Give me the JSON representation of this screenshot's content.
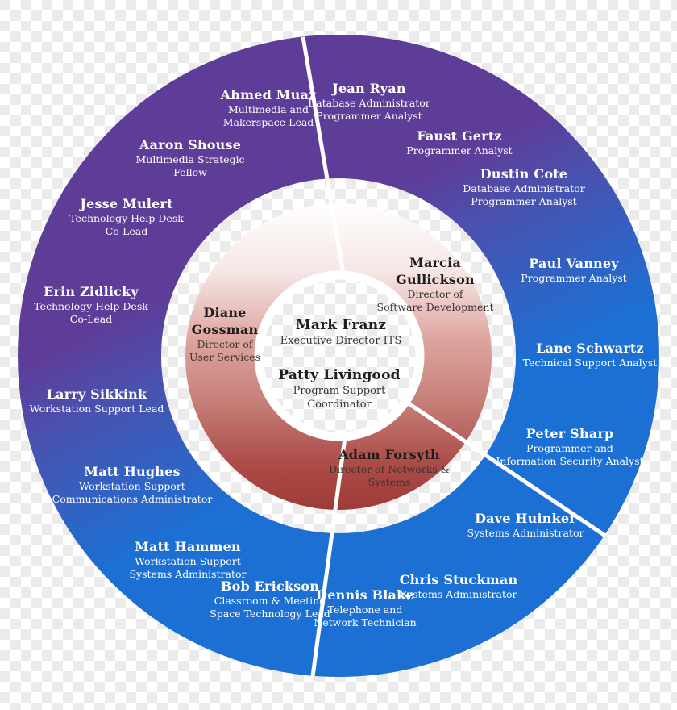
{
  "colors": {
    "checker_white": "#FFFFFF",
    "checker_gray": "#EBEBEB",
    "ring_purple": "#5E3D99",
    "ring_mid": "#4B50AD",
    "ring_blue": "#1C70D4",
    "disc_stop_0": "#FFFFFF",
    "disc_stop_1": "#F6E7E5",
    "disc_stop_2": "#DDA39D",
    "disc_stop_3": "#C57F78",
    "disc_stop_4": "#AC4B48",
    "disc_stop_5": "#9E3B39",
    "divider_white": "#FFFFFF",
    "outer_text": "#FFFFFF",
    "inner_text": "#1D1D1D"
  },
  "org": {
    "center": [
      {
        "id": "mark-franz",
        "name_lines": [
          "Mark Franz"
        ],
        "title_lines": [
          "Executive Director ITS"
        ]
      },
      {
        "id": "patty-livingood",
        "name_lines": [
          "Patty Livingood"
        ],
        "title_lines": [
          "Program Support",
          "Coordinator"
        ]
      }
    ],
    "directors": [
      {
        "id": "diane-gossman",
        "name_lines": [
          "Diane",
          "Gossman"
        ],
        "title_lines": [
          "Director of",
          "User Services"
        ]
      },
      {
        "id": "marcia-gullickson",
        "name_lines": [
          "Marcia",
          "Gullickson"
        ],
        "title_lines": [
          "Director of",
          "Software Development"
        ]
      },
      {
        "id": "adam-forsyth",
        "name_lines": [
          "Adam Forsyth"
        ],
        "title_lines": [
          "Director of Networks &",
          "Systems"
        ]
      }
    ],
    "staff": [
      {
        "id": "ahmed-muaz",
        "name_lines": [
          "Ahmed Muaz"
        ],
        "title_lines": [
          "Multimedia and",
          "Makerspace Lead"
        ]
      },
      {
        "id": "jean-ryan",
        "name_lines": [
          "Jean Ryan"
        ],
        "title_lines": [
          "Database Administrator",
          "Programmer Analyst"
        ]
      },
      {
        "id": "faust-gertz",
        "name_lines": [
          "Faust Gertz"
        ],
        "title_lines": [
          "Programmer Analyst"
        ]
      },
      {
        "id": "dustin-cote",
        "name_lines": [
          "Dustin Cote"
        ],
        "title_lines": [
          "Database Administrator",
          "Programmer Analyst"
        ]
      },
      {
        "id": "paul-vanney",
        "name_lines": [
          "Paul Vanney"
        ],
        "title_lines": [
          "Programmer Analyst"
        ]
      },
      {
        "id": "lane-schwartz",
        "name_lines": [
          "Lane Schwartz"
        ],
        "title_lines": [
          "Technical Support Analyst"
        ]
      },
      {
        "id": "peter-sharp",
        "name_lines": [
          "Peter Sharp"
        ],
        "title_lines": [
          "Programmer and",
          "Information Security Analyst"
        ]
      },
      {
        "id": "dave-huinker",
        "name_lines": [
          "Dave Huinker"
        ],
        "title_lines": [
          "Systems Administrator"
        ]
      },
      {
        "id": "chris-stuckman",
        "name_lines": [
          "Chris Stuckman"
        ],
        "title_lines": [
          "Systems Administrator"
        ]
      },
      {
        "id": "dennis-blake",
        "name_lines": [
          "Dennis Blake"
        ],
        "title_lines": [
          "Telephone and",
          "Network Technician"
        ]
      },
      {
        "id": "bob-erickson",
        "name_lines": [
          "Bob Erickson"
        ],
        "title_lines": [
          "Classroom & Meeting",
          "Space Technology Lead"
        ]
      },
      {
        "id": "matt-hammen",
        "name_lines": [
          "Matt Hammen"
        ],
        "title_lines": [
          "Workstation Support",
          "Systems Administrator"
        ]
      },
      {
        "id": "matt-hughes",
        "name_lines": [
          "Matt Hughes"
        ],
        "title_lines": [
          "Workstation Support",
          "Communications Administrator"
        ]
      },
      {
        "id": "larry-sikkink",
        "name_lines": [
          "Larry Sikkink"
        ],
        "title_lines": [
          "Workstation Support Lead"
        ]
      },
      {
        "id": "erin-zidlicky",
        "name_lines": [
          "Erin Zidlicky"
        ],
        "title_lines": [
          "Technology Help Desk",
          "Co-Lead"
        ]
      },
      {
        "id": "jesse-mulert",
        "name_lines": [
          "Jesse Mulert"
        ],
        "title_lines": [
          "Technology Help Desk",
          "Co-Lead"
        ]
      },
      {
        "id": "aaron-shouse",
        "name_lines": [
          "Aaron Shouse"
        ],
        "title_lines": [
          "Multimedia Strategic",
          "Fellow"
        ]
      }
    ]
  }
}
